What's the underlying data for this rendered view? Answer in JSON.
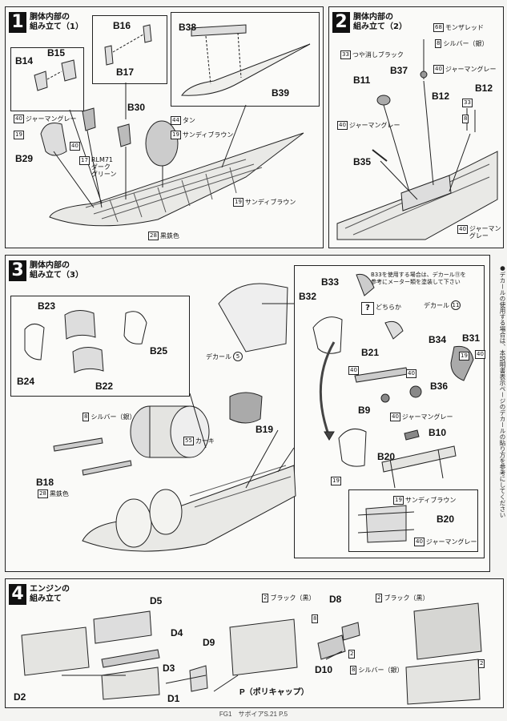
{
  "steps": [
    {
      "num": "1",
      "title": "胴体内部の\n組み立て（1）"
    },
    {
      "num": "2",
      "title": "胴体内部の\n組み立て（2）"
    },
    {
      "num": "3",
      "title": "胴体内部の\n組み立て（3）"
    },
    {
      "num": "4",
      "title": "エンジンの\n組み立て"
    }
  ],
  "s1": {
    "parts": [
      "B14",
      "B15",
      "B16",
      "B17",
      "B29",
      "B30",
      "B38",
      "B39"
    ],
    "colors": {
      "c40": {
        "num": "40",
        "name": "ジャーマングレー"
      },
      "c19a": {
        "num": "19",
        "name": ""
      },
      "c40b": {
        "num": "40",
        "name": ""
      },
      "c17": {
        "num": "17",
        "name": "RLM71\nダーク\nグリーン"
      },
      "c44": {
        "num": "44",
        "name": "タン"
      },
      "c19b": {
        "num": "19",
        "name": "サンディブラウン"
      },
      "c19c": {
        "num": "19",
        "name": "サンディブラウン"
      },
      "c28": {
        "num": "28",
        "name": "黒鉄色"
      }
    }
  },
  "s2": {
    "parts": [
      "B11",
      "B37",
      "B12",
      "B12",
      "B35"
    ],
    "colors": {
      "c68": {
        "num": "68",
        "name": "モンザレッド"
      },
      "c8": {
        "num": "8",
        "name": "シルバー（銀）"
      },
      "c33": {
        "num": "33",
        "name": "つや消しブラック"
      },
      "c40a": {
        "num": "40",
        "name": "ジャーマングレー"
      },
      "c40b": {
        "num": "40",
        "name": "ジャーマングレー"
      },
      "c33b": {
        "num": "33",
        "name": ""
      },
      "c8b": {
        "num": "8",
        "name": ""
      },
      "c40c": {
        "num": "40",
        "name": "ジャーマン\nグレー"
      }
    }
  },
  "s3": {
    "parts": [
      "B23",
      "B25",
      "B24",
      "B22",
      "B18",
      "B19",
      "B33",
      "B32",
      "B34",
      "B31",
      "B21",
      "B36",
      "B9",
      "B10",
      "B20",
      "B20"
    ],
    "colors": {
      "c8": {
        "num": "8",
        "name": "シルバー（銀）"
      },
      "c28": {
        "num": "28",
        "name": "黒鉄色"
      },
      "c55": {
        "num": "55",
        "name": "カーキ"
      },
      "c19a": {
        "num": "19",
        "name": ""
      },
      "c40a": {
        "num": "40",
        "name": ""
      },
      "c40b": {
        "num": "40",
        "name": ""
      },
      "c40c": {
        "num": "40",
        "name": ""
      },
      "c40d": {
        "num": "40",
        "name": "ジャーマングレー"
      },
      "c19b": {
        "num": "19",
        "name": ""
      },
      "c19c": {
        "num": "19",
        "name": "サンディブラウン"
      },
      "c40e": {
        "num": "40",
        "name": "ジャーマングレー"
      }
    },
    "decal5": "デカール",
    "decal5_num": "5",
    "decal11": "デカール",
    "decal11_num": "11",
    "note": "B33を使用する場合は、デカール⑪を\n参考にメーター類を塗装して下さい",
    "either": "どちらか",
    "qmark": "?"
  },
  "s4": {
    "parts": [
      "D5",
      "D4",
      "D3",
      "D2",
      "D1",
      "D9",
      "D8",
      "D10",
      "P（ポリキャップ）"
    ],
    "colors": {
      "c2a": {
        "num": "2",
        "name": "ブラック（黒）"
      },
      "c2b": {
        "num": "2",
        "name": "ブラック（黒）"
      },
      "c8a": {
        "num": "8",
        "name": ""
      },
      "c2c": {
        "num": "2",
        "name": ""
      },
      "c8b": {
        "num": "8",
        "name": "シルバー（銀）"
      },
      "c2d": {
        "num": "2",
        "name": ""
      }
    }
  },
  "side_note": "●デカールの使用する場合は、本説明書表示ページのデカールの貼り方を参考にしてください",
  "footer": "FG1　サボイアS.21 P.5"
}
